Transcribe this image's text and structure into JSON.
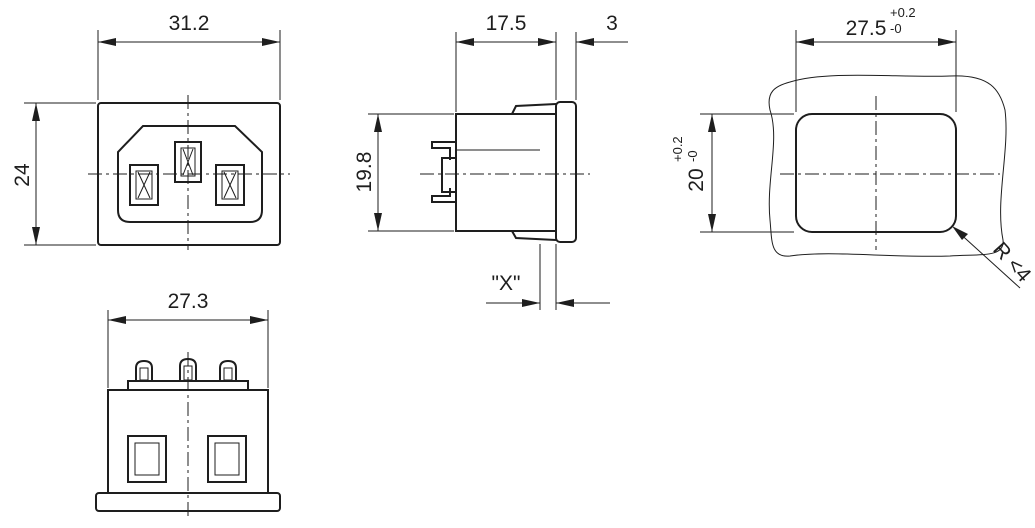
{
  "colors": {
    "line": "#1e1e1e",
    "background": "#ffffff"
  },
  "front_view": {
    "width": "31.2",
    "height": "24"
  },
  "side_view": {
    "depth": "17.5",
    "flange": "3",
    "height": "19.8",
    "panel_thickness": "\"X\""
  },
  "cutout": {
    "width": "27.5",
    "width_tol_upper": "+0.2",
    "width_tol_lower": "-0",
    "height": "20",
    "height_tol_upper": "+0.2",
    "height_tol_lower": "-0",
    "radius": "R <4"
  },
  "bottom_view": {
    "width": "27.3"
  }
}
